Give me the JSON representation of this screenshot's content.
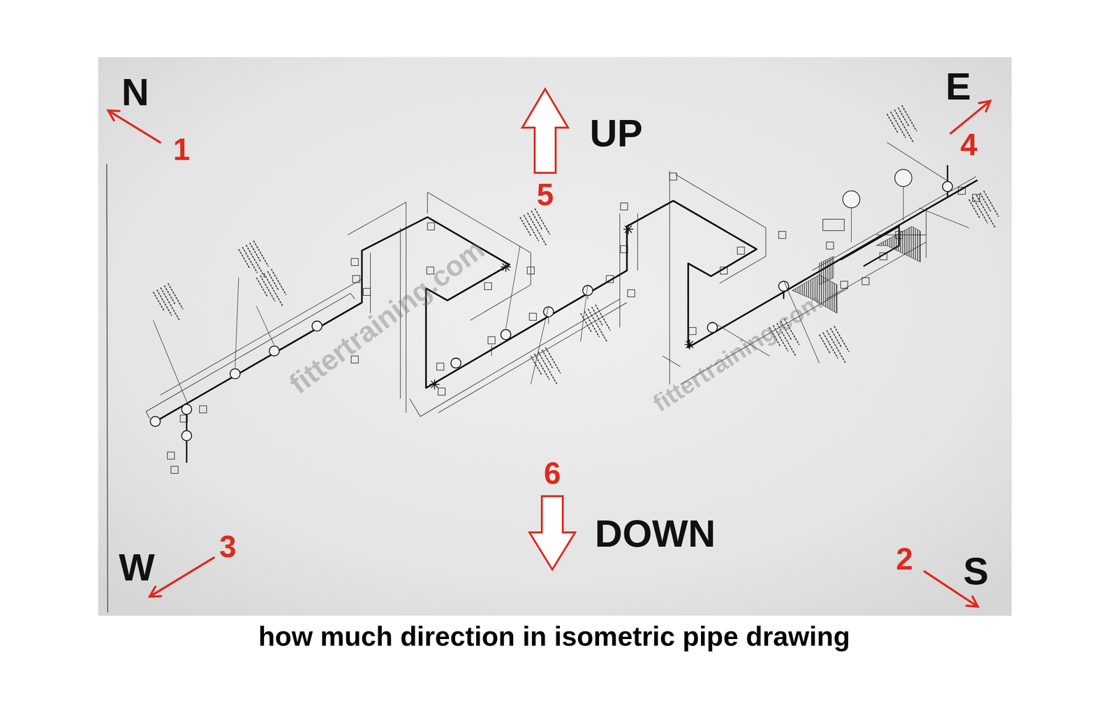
{
  "diagram": {
    "caption": "how much direction in isometric pipe drawing",
    "labels": [
      "N",
      "1",
      "E",
      "4",
      "UP",
      "5",
      "6",
      "DOWN",
      "W",
      "3",
      "S",
      "2",
      "fittertraining.com",
      "fittertraining.com"
    ]
  }
}
